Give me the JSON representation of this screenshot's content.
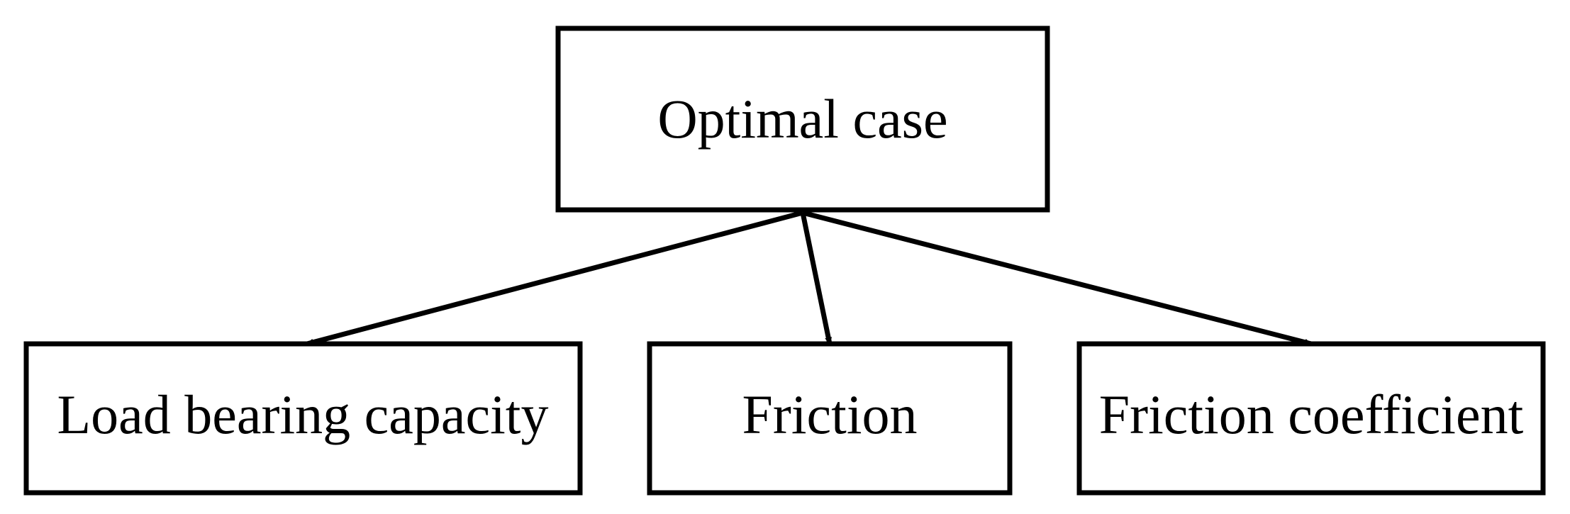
{
  "diagram": {
    "root": {
      "label": "Optimal case"
    },
    "children": [
      {
        "label": "Load bearing capacity"
      },
      {
        "label": "Friction"
      },
      {
        "label": "Friction coefficient"
      }
    ],
    "colors": {
      "stroke": "#000000",
      "background": "#ffffff",
      "text": "#000000"
    }
  }
}
